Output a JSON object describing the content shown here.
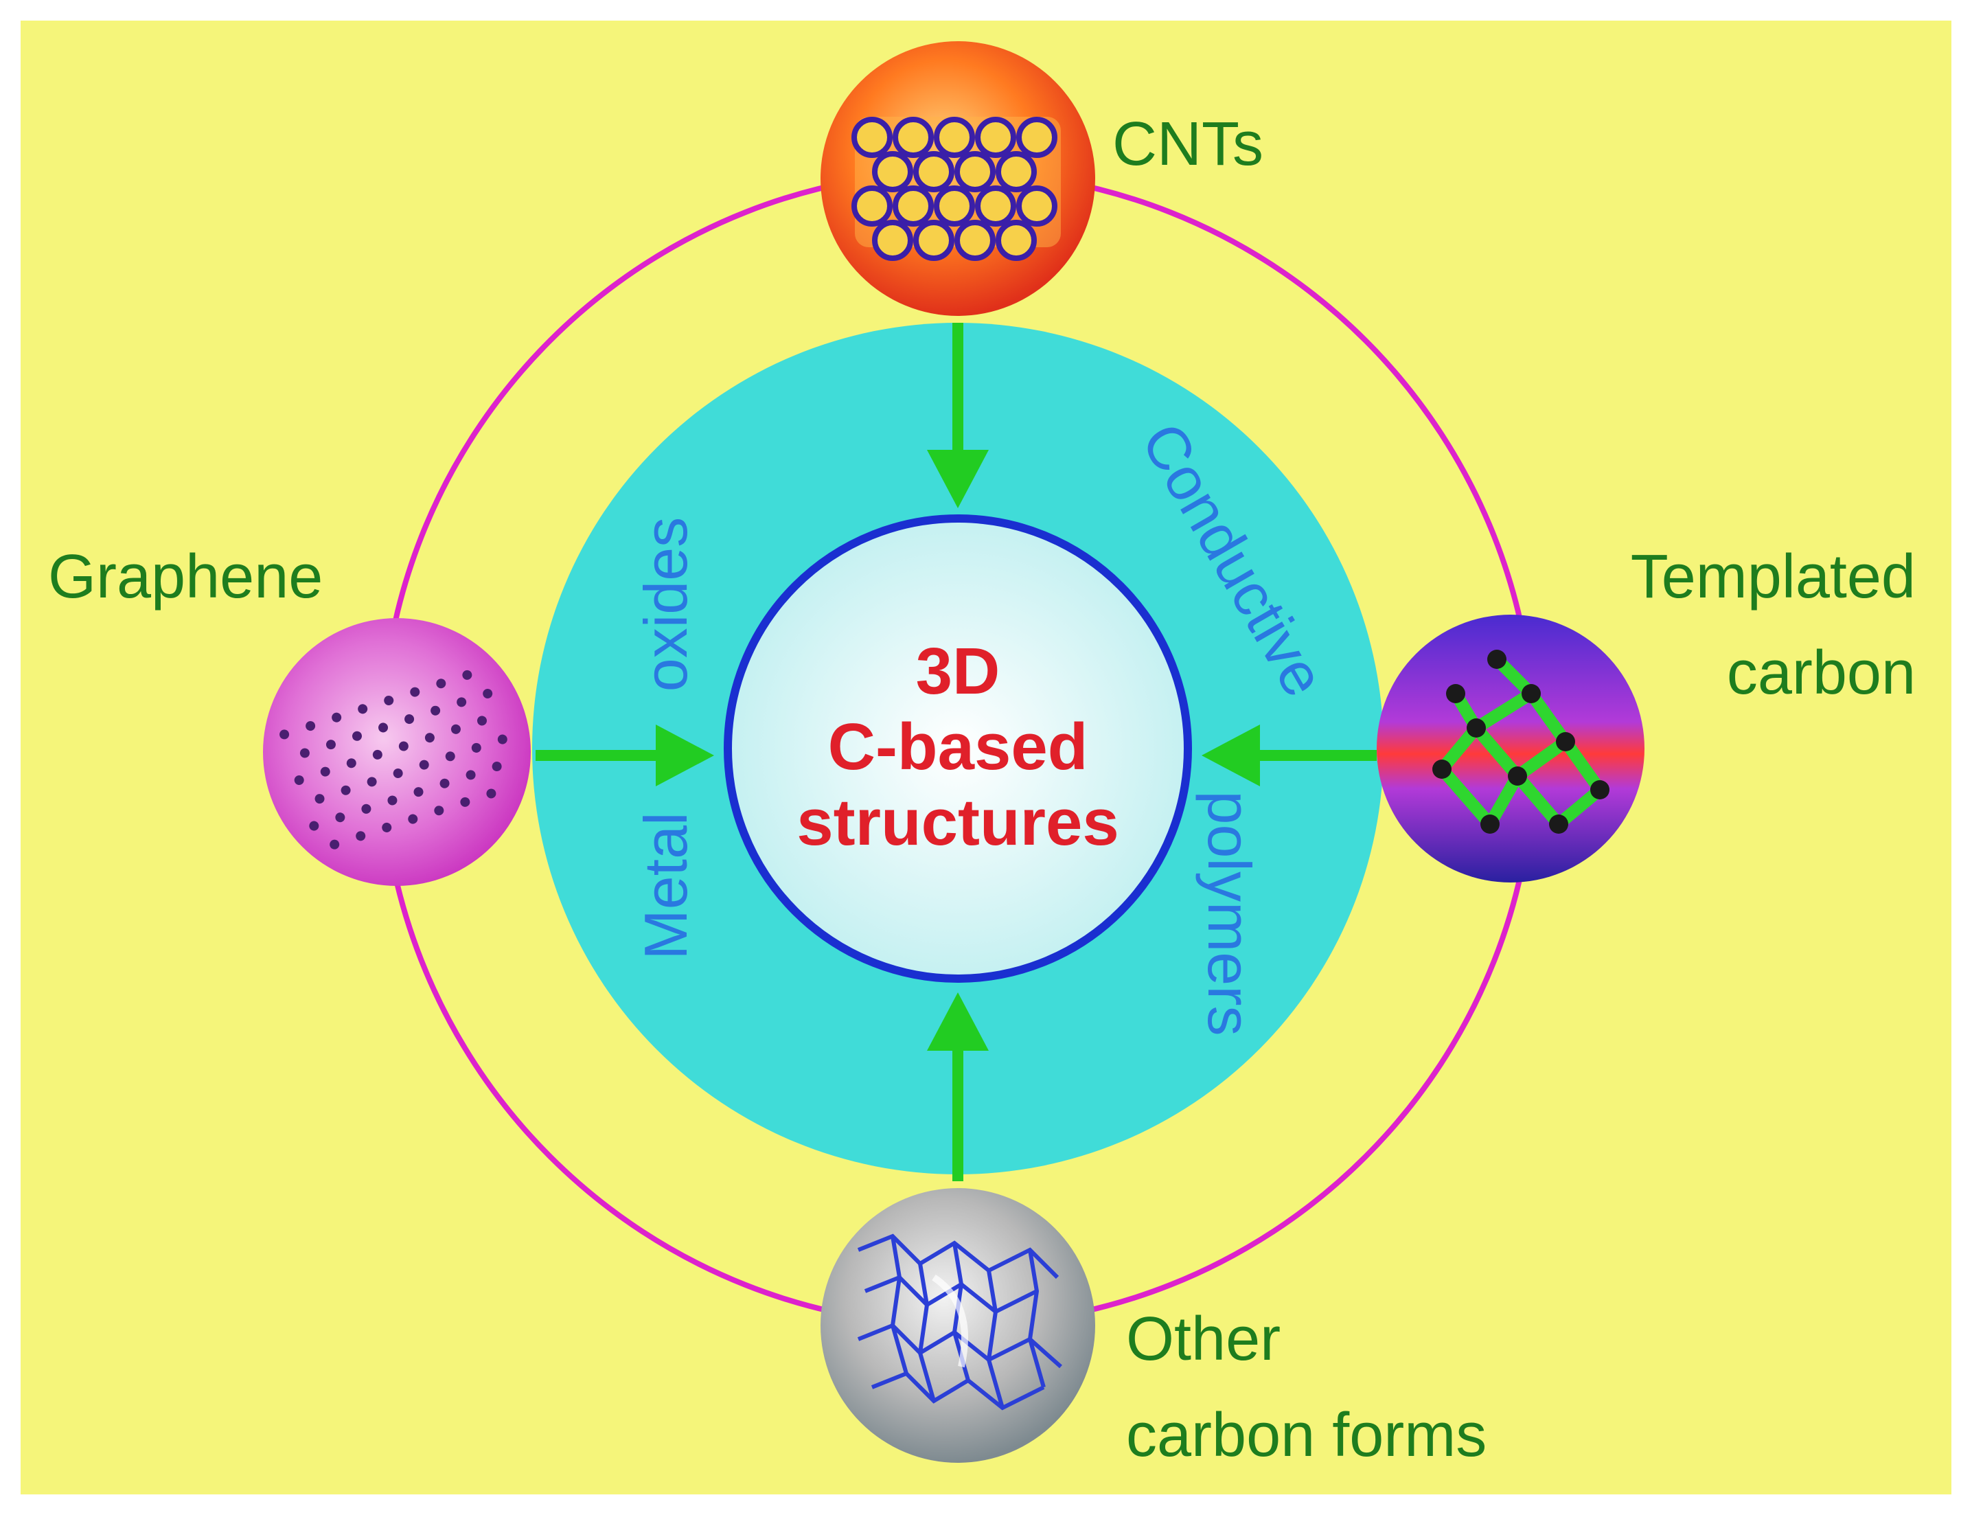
{
  "diagram": {
    "center": {
      "lines": [
        "3D",
        "C-based",
        "structures"
      ]
    },
    "ring_labels": {
      "metal_oxides": {
        "word1": "Metal",
        "word2": "oxides"
      },
      "conductive_polymers": {
        "word1": "Conductive",
        "word2": "polymers"
      }
    },
    "nodes": {
      "cnts": {
        "label": "CNTs"
      },
      "graphene": {
        "label": "Graphene"
      },
      "templated_carbon": {
        "line1": "Templated",
        "line2": "carbon"
      },
      "other_carbon_forms": {
        "line1": "Other",
        "line2": "carbon forms"
      }
    },
    "colors": {
      "background": "#f5f57a",
      "orbit": "#dd22cc",
      "ring": "#40dcd8",
      "center_fill": "#e8fbfb",
      "center_border": "#1a2fd0",
      "arrow": "#22cc22",
      "center_text": "#e0202a",
      "ring_text": "#2a78e0",
      "node_text": "#1e7d1e"
    },
    "icons": {
      "cnts": "nanotube-icon",
      "graphene": "graphene-lattice-icon",
      "templated_carbon": "molecular-framework-icon",
      "other_carbon_forms": "porous-network-icon"
    }
  }
}
